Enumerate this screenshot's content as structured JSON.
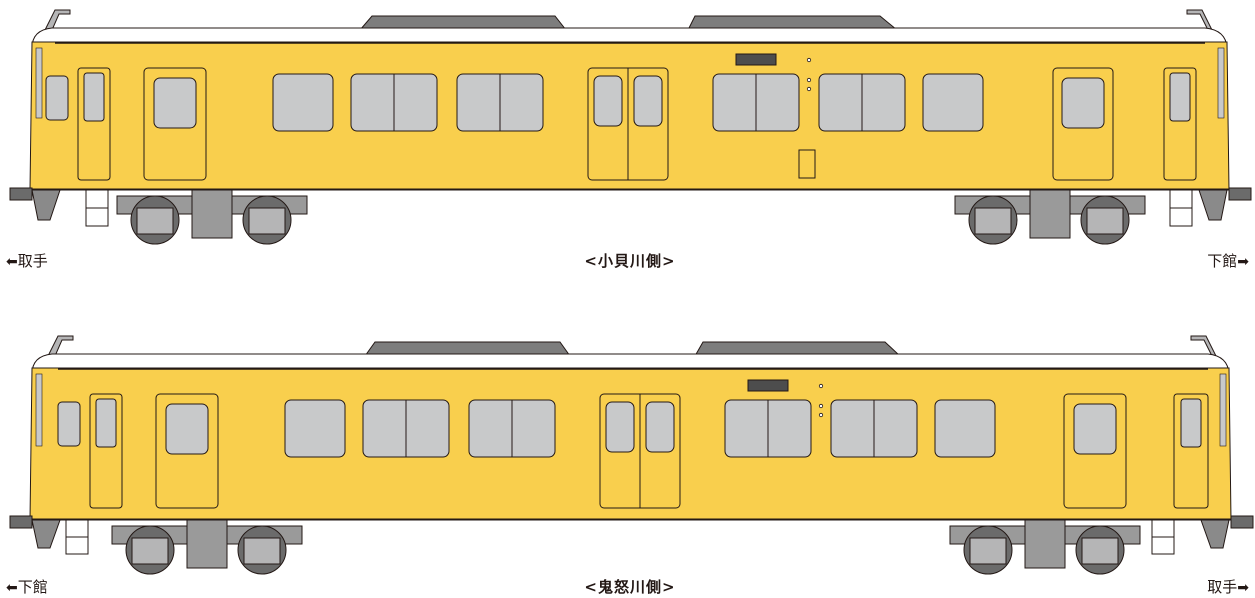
{
  "colors": {
    "body": "#F9CF4D",
    "window": "#C8C9CA",
    "roof": "#7D7D7D",
    "outline": "#231815",
    "bogie": "#6B6B6B"
  },
  "cars": [
    {
      "side_label": "<小貝川側>",
      "left_end": {
        "arrow": "⬅",
        "label": "取手"
      },
      "right_end": {
        "label": "下館",
        "arrow": "➡"
      }
    },
    {
      "side_label": "<鬼怒川側>",
      "left_end": {
        "arrow": "⬅",
        "label": "下館"
      },
      "right_end": {
        "label": "取手",
        "arrow": "➡"
      }
    }
  ]
}
